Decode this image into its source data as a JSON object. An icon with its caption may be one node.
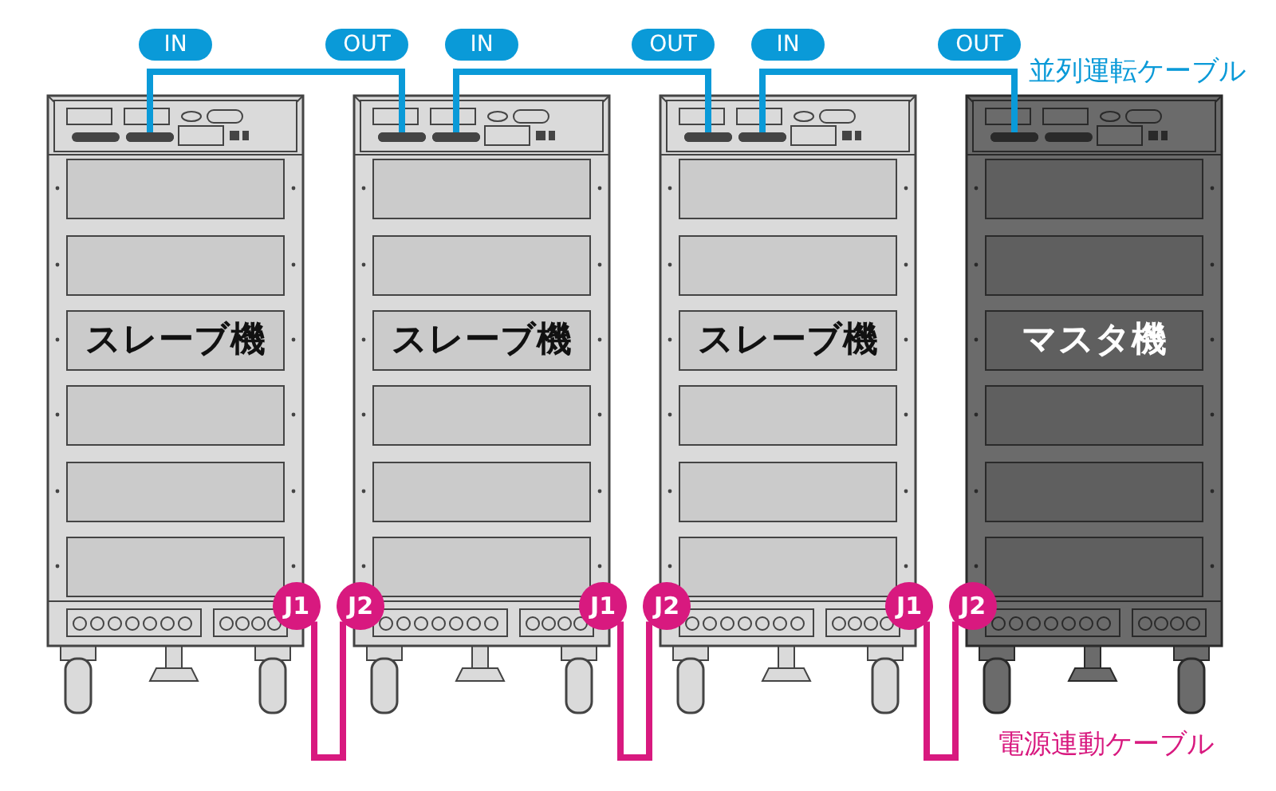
{
  "diagram": {
    "nodes": [
      {
        "text": [
          "IN"
        ]
      },
      {
        "text": [
          "OUT"
        ]
      },
      {
        "text": [
          "IN"
        ]
      },
      {
        "text": [
          "OUT"
        ]
      },
      {
        "text": [
          "IN"
        ]
      },
      {
        "text": [
          "OUT"
        ]
      },
      {
        "text": [
          "スレーブ機"
        ]
      },
      {
        "text": [],
        "shape": "box",
        "in": 6
      },
      {
        "text": [
          "スレーブ機"
        ]
      },
      {
        "text": [],
        "shape": "box",
        "in": 8
      },
      {
        "text": [],
        "shape": "box",
        "in": 8
      },
      {
        "text": [
          "スレーブ機"
        ]
      },
      {
        "text": [],
        "shape": "box",
        "in": 11
      },
      {
        "text": [],
        "shape": "box",
        "in": 11
      },
      {
        "text": [
          "マスタ機"
        ]
      },
      {
        "text": [],
        "shape": "box",
        "in": 14
      },
      {
        "text": [
          "J1"
        ]
      },
      {
        "text": [
          "J2"
        ]
      },
      {
        "text": [
          "J1"
        ]
      },
      {
        "text": [
          "J2"
        ]
      },
      {
        "text": [
          "J1"
        ]
      },
      {
        "text": [
          "J2"
        ]
      }
    ],
    "edges": [
      {
        "from": 7,
        "to": 9,
        "arrow": "none",
        "color": "#0a9ad8"
      },
      {
        "from": 10,
        "to": 12,
        "arrow": "none",
        "color": "#0a9ad8"
      },
      {
        "from": 13,
        "to": 15,
        "arrow": "none",
        "color": "#0a9ad8"
      },
      {
        "from": 16,
        "to": 17,
        "arrow": "none",
        "color": "#d8197f"
      },
      {
        "from": 18,
        "to": 19,
        "arrow": "none",
        "color": "#d8197f"
      },
      {
        "from": 20,
        "to": 21,
        "arrow": "none",
        "color": "#d8197f"
      }
    ],
    "labels": [
      "並列運転ケーブル",
      "電源連動ケーブル"
    ]
  }
}
